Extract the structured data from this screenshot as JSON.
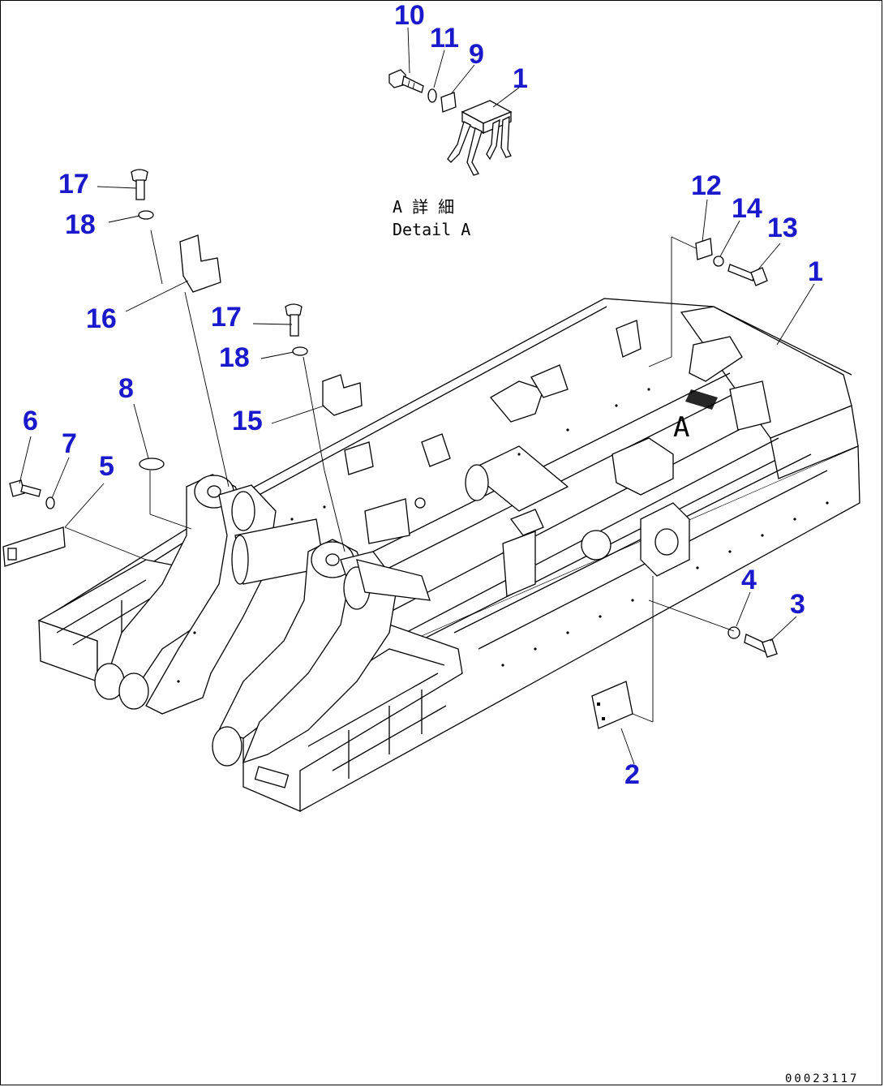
{
  "drawing": {
    "detail_caption_jp": "A 詳 細",
    "detail_caption_en": "Detail A",
    "view_marker": "A",
    "document_number": "00023117"
  },
  "callouts": [
    {
      "id": "c10",
      "label": "10"
    },
    {
      "id": "c11",
      "label": "11"
    },
    {
      "id": "c9",
      "label": "9"
    },
    {
      "id": "c1a",
      "label": "1"
    },
    {
      "id": "c17a",
      "label": "17"
    },
    {
      "id": "c18a",
      "label": "18"
    },
    {
      "id": "c16",
      "label": "16"
    },
    {
      "id": "c17b",
      "label": "17"
    },
    {
      "id": "c18b",
      "label": "18"
    },
    {
      "id": "c15",
      "label": "15"
    },
    {
      "id": "c8",
      "label": "8"
    },
    {
      "id": "c6",
      "label": "6"
    },
    {
      "id": "c7",
      "label": "7"
    },
    {
      "id": "c5",
      "label": "5"
    },
    {
      "id": "c12",
      "label": "12"
    },
    {
      "id": "c14",
      "label": "14"
    },
    {
      "id": "c13",
      "label": "13"
    },
    {
      "id": "c1b",
      "label": "1"
    },
    {
      "id": "c4",
      "label": "4"
    },
    {
      "id": "c3",
      "label": "3"
    },
    {
      "id": "c2",
      "label": "2"
    }
  ]
}
